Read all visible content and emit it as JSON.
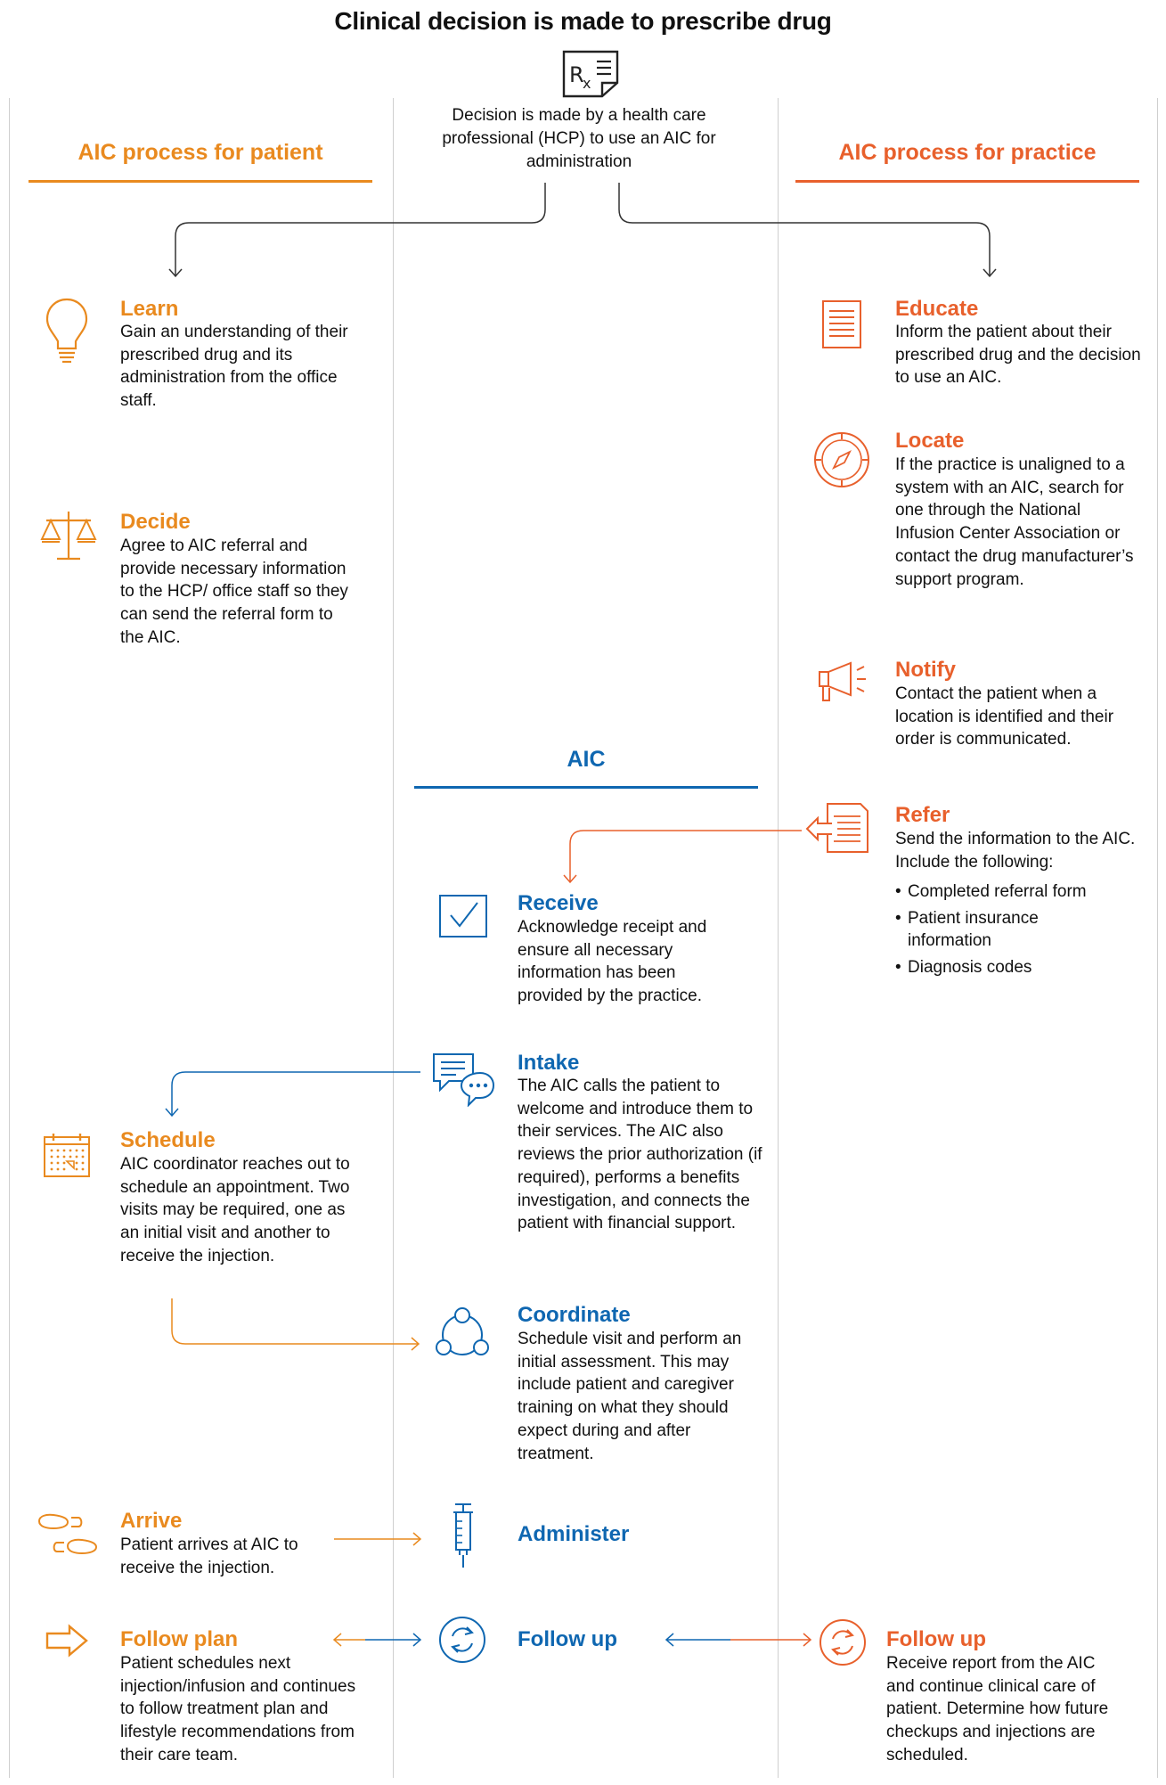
{
  "title": "Clinical decision is made to prescribe drug",
  "hcp_decision": "Decision is made by a health care professional (HCP) to use an AIC for administration",
  "columns": {
    "patient": "AIC process for patient",
    "practice": "AIC process for practice",
    "aic": "AIC"
  },
  "colors": {
    "patient": "#e98a1f",
    "practice": "#e8602c",
    "aic": "#0f67b1"
  },
  "patient_steps": {
    "learn": {
      "title": "Learn",
      "text": "Gain an understanding of their prescribed drug and its administration from the office staff."
    },
    "decide": {
      "title": "Decide",
      "text": "Agree to AIC referral and provide necessary information to the HCP/ office staff so they can send the referral form to the AIC."
    },
    "schedule": {
      "title": "Schedule",
      "text": "AIC coordinator reaches out to schedule an appointment. Two visits may be required, one as an initial visit and another to receive the injection."
    },
    "arrive": {
      "title": "Arrive",
      "text": "Patient arrives at AIC to receive the injection."
    },
    "follow_plan": {
      "title": "Follow plan",
      "text": "Patient schedules next injection/infusion and continues to follow treatment plan and lifestyle recommendations from their care team."
    }
  },
  "practice_steps": {
    "educate": {
      "title": "Educate",
      "text": "Inform the patient about their prescribed drug and the decision to use an AIC."
    },
    "locate": {
      "title": "Locate",
      "text": "If the practice is unaligned to a system with an AIC, search for one through the National Infusion Center Association or contact the drug manufacturer’s support program."
    },
    "notify": {
      "title": "Notify",
      "text": "Contact the patient when a location is identified and their order is communicated."
    },
    "refer": {
      "title": "Refer",
      "text": "Send the information to the AIC. Include the following:",
      "items": [
        "Completed referral form",
        "Patient insurance information",
        "Diagnosis codes"
      ]
    },
    "follow_up": {
      "title": "Follow up",
      "text": "Receive report from the AIC and continue clinical care of patient. Determine how future checkups and injections are scheduled."
    }
  },
  "aic_steps": {
    "receive": {
      "title": "Receive",
      "text": "Acknowledge receipt and ensure all necessary information has been provided by the practice."
    },
    "intake": {
      "title": "Intake",
      "text": "The AIC calls the patient to welcome and introduce them to their services. The AIC also reviews the prior authorization (if required), performs a benefits investigation, and connects the patient with financial support."
    },
    "coordinate": {
      "title": "Coordinate",
      "text": "Schedule visit and perform an initial assessment. This may include patient and caregiver training on what they should expect during and after treatment."
    },
    "administer": {
      "title": "Administer"
    },
    "follow_up": {
      "title": "Follow up"
    }
  }
}
